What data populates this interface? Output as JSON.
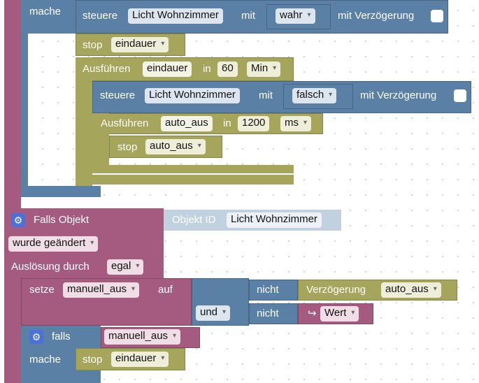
{
  "upper_block": {
    "mache_label": "mache",
    "steuere1": {
      "label": "steuere",
      "object": "Licht Wohnzimmer",
      "mit": "mit",
      "value": "wahr",
      "delay_label": "mit Verzögerung"
    },
    "stop1": {
      "label": "stop",
      "var": "eindauer"
    },
    "ausfuehren1": {
      "label": "Ausführen",
      "var": "eindauer",
      "in": "in",
      "amount": "60",
      "unit": "Min"
    },
    "steuere2": {
      "label": "steuere",
      "object": "Licht Wohnzimmer",
      "mit": "mit",
      "value": "falsch",
      "delay_label": "mit Verzögerung"
    },
    "ausfuehren2": {
      "label": "Ausführen",
      "var": "auto_aus",
      "in": "in",
      "amount": "1200",
      "unit": "ms"
    },
    "stop2": {
      "label": "stop",
      "var": "auto_aus"
    }
  },
  "trigger_block": {
    "falls_objekt": "Falls Objekt",
    "objekt_id_label": "Objekt ID",
    "objekt_id_value": "Licht Wohnzimmer",
    "changed": "wurde geändert",
    "ausloesung_label": "Auslösung durch",
    "ausloesung_value": "egal",
    "setze": {
      "label": "setze",
      "var": "manuell_aus",
      "auf": "auf",
      "nicht1": "nicht",
      "verzoegerung_label": "Verzögerung",
      "verzoegerung_var": "auto_aus",
      "und": "und",
      "nicht2": "nicht",
      "wert_label": "Wert"
    },
    "falls": {
      "label": "falls",
      "var": "manuell_aus"
    },
    "mache2": {
      "label": "mache",
      "stop_label": "stop",
      "stop_var": "eindauer"
    }
  },
  "colors": {
    "event": "#a55b80",
    "control": "#5b80a5",
    "timer": "#a5a55b",
    "object_id": "#c1d1e0",
    "gear": "#4c6fd8"
  },
  "icons": [
    "gear-icon",
    "return-arrow-icon",
    "dropdown-arrow-icon",
    "checkbox-icon"
  ]
}
